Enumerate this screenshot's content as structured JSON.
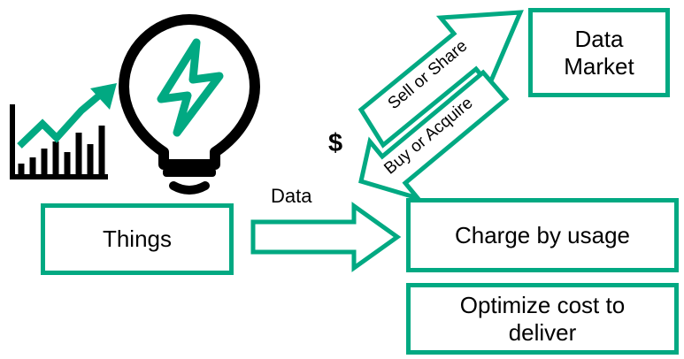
{
  "nodes": {
    "things": "Things",
    "data_market_line1": "Data",
    "data_market_line2": "Market",
    "charge_by_usage": "Charge by usage",
    "optimize_line1": "Optimize cost to",
    "optimize_line2": "deliver"
  },
  "edges": {
    "data": "Data",
    "sell_or_share": "Sell or Share",
    "buy_or_acquire": "Buy or Acquire"
  },
  "symbols": {
    "currency": "$"
  },
  "icons": [
    "trend-chart-icon",
    "lightbulb-lightning-icon"
  ],
  "colors": {
    "accent": "#01A982",
    "ink": "#000000"
  }
}
